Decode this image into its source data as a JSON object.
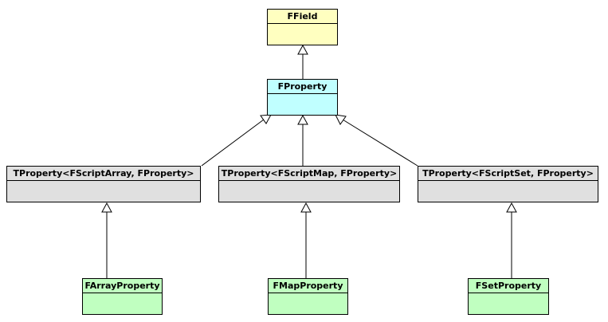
{
  "classes": {
    "ffield": {
      "name": "FField",
      "color": "#ffffc0"
    },
    "fproperty": {
      "name": "FProperty",
      "color": "#c0ffff"
    },
    "tproperty_array": {
      "name": "TProperty<FScriptArray, FProperty>",
      "color": "#e0e0e0"
    },
    "tproperty_map": {
      "name": "TProperty<FScriptMap, FProperty>",
      "color": "#e0e0e0"
    },
    "tproperty_set": {
      "name": "TProperty<FScriptSet, FProperty>",
      "color": "#e0e0e0"
    },
    "farrayproperty": {
      "name": "FArrayProperty",
      "color": "#c0ffc0"
    },
    "fmapproperty": {
      "name": "FMapProperty",
      "color": "#c0ffc0"
    },
    "fsetproperty": {
      "name": "FSetProperty",
      "color": "#c0ffc0"
    }
  },
  "relations": [
    {
      "type": "inheritance",
      "from": "FProperty",
      "to": "FField"
    },
    {
      "type": "inheritance",
      "from": "TProperty<FScriptArray, FProperty>",
      "to": "FProperty"
    },
    {
      "type": "inheritance",
      "from": "TProperty<FScriptMap, FProperty>",
      "to": "FProperty"
    },
    {
      "type": "inheritance",
      "from": "TProperty<FScriptSet, FProperty>",
      "to": "FProperty"
    },
    {
      "type": "inheritance",
      "from": "FArrayProperty",
      "to": "TProperty<FScriptArray, FProperty>"
    },
    {
      "type": "inheritance",
      "from": "FMapProperty",
      "to": "TProperty<FScriptMap, FProperty>"
    },
    {
      "type": "inheritance",
      "from": "FSetProperty",
      "to": "TProperty<FScriptSet, FProperty>"
    }
  ]
}
